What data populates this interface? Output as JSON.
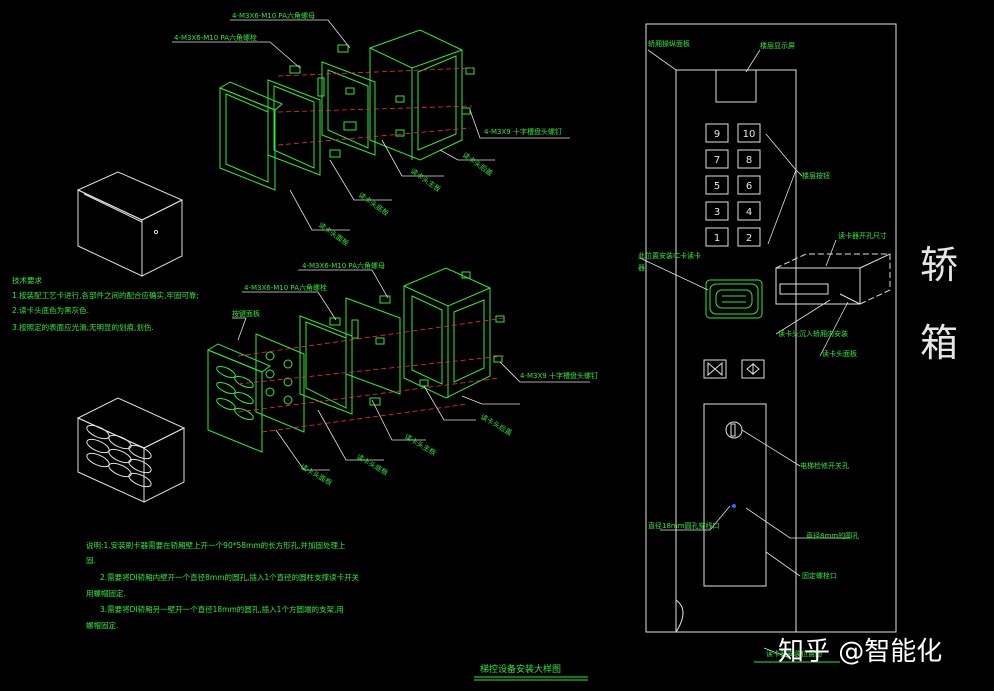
{
  "upper_assembly": {
    "screw_top": "4-M3X6-M10 PA六角螺母",
    "screw_left": "4-M3X6-M10 PA六角螺栓",
    "screw_right": "4-M3X9 十字槽盘头螺钉",
    "part_panel": "读卡头面板",
    "part_base": "读卡头底板",
    "part_board": "读卡头主板",
    "part_cover": "读卡头后盖"
  },
  "lower_assembly": {
    "screw_top": "4-M3X6-M10 PA六角螺母",
    "screw_left": "4-M3X6-M10 PA六角螺栓",
    "part_keypad": "按键面板",
    "screw_right": "4-M3X9 十字槽盘头螺钉",
    "part_panel": "读卡头面板",
    "part_base": "读卡头底板",
    "part_board": "读卡头主板",
    "part_cover": "读卡头后盖"
  },
  "tech_req": {
    "title": "技术要求",
    "line1": "1.按装配工艺卡进行,各部件之间的配合应确实,牢固可靠;",
    "line2": "2.读卡头底色为黑灰色.",
    "line3": "3.按照定的表面应光滑,无明显的划痕,划伤."
  },
  "instructions": {
    "line1": "说明:1.安装刷卡器需要在轿厢壁上开一个90*58mm的长方形孔,并加固处理上",
    "line2": "固.",
    "line3": "2.需要将DI轿厢内壁开一个直径8mm的圆孔,插入1个直径的圆柱支撑读卡开关",
    "line4": "用螺帽固定.",
    "line5": "3.需要将DI轿厢另一壁开一个直径18mm的圆孔,插入1个方圆端的支架,用",
    "line6": "螺帽固定."
  },
  "drawing_title": "梯控设备安装大样图",
  "car_panel": {
    "label_mount": "轿厢操纵面板",
    "label_display": "楼层显示屏",
    "label_buttons": "楼层按钮",
    "label_reader_pos": "此位置安装IC卡读卡",
    "label_reader_pos2": "器",
    "label_size": "读卡器开孔尺寸",
    "label_install": "读卡头沉入轿厢内安装",
    "label_reader": "读卡头面板",
    "label_switch": "电梯检修开关孔",
    "label_hole18": "直径18mm圆孔穿线口",
    "label_hole8": "直径8mm的圆孔",
    "label_screw": "固定螺栓口",
    "label_bottom": "读卡器安装位置图",
    "car_text_1": "轿",
    "car_text_2": "箱",
    "keys": [
      "9",
      "10",
      "7",
      "8",
      "5",
      "6",
      "3",
      "4",
      "1",
      "2"
    ]
  },
  "watermark": "知乎 @智能化"
}
